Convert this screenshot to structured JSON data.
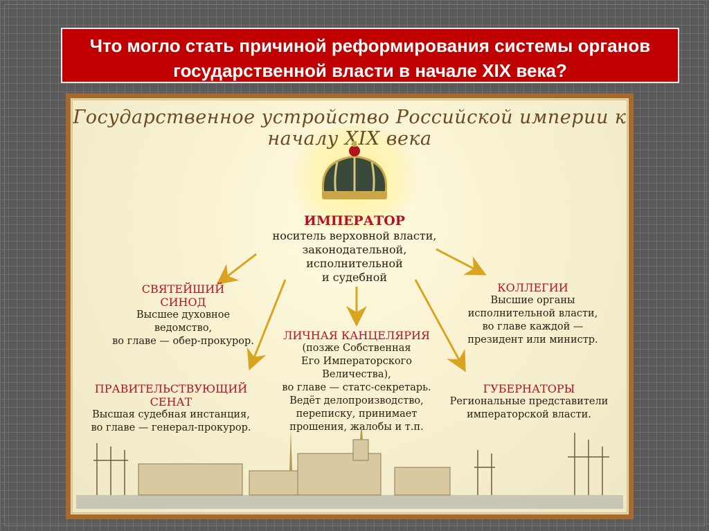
{
  "slide": {
    "question": "Что могло стать причиной реформирования системы органов государственной власти в начале XIX века?"
  },
  "poster": {
    "title": "Государственное устройство Российской империи к началу XIX века",
    "emperor": {
      "head": "ИМПЕРАТОР",
      "lines": [
        "носитель верховной власти,",
        "законодательной,",
        "исполнительной",
        "и судебной"
      ]
    },
    "synod": {
      "head": [
        "СВЯТЕЙШИЙ",
        "СИНОД"
      ],
      "lines": [
        "Высшее духовное",
        "ведомство,",
        "во главе — обер-прокурор."
      ]
    },
    "collegia": {
      "head": "КОЛЛЕГИИ",
      "lines": [
        "Высшие органы",
        "исполнительной власти,",
        "во главе каждой —",
        "президент или министр."
      ]
    },
    "chancellery": {
      "head": "ЛИЧНАЯ КАНЦЕЛЯРИЯ",
      "lines": [
        "(позже Собственная",
        "Его Императорского",
        "Величества),",
        "во главе — статс-секретарь.",
        "Ведёт делопроизводство,",
        "переписку, принимает",
        "прошения, жалобы и т.п."
      ]
    },
    "senate": {
      "head": [
        "ПРАВИТЕЛЬСТВУЮЩИЙ",
        "СЕНАТ"
      ],
      "lines": [
        "Высшая судебная инстанция,",
        "во главе — генерал-прокурор."
      ]
    },
    "governors": {
      "head": "ГУБЕРНАТОРЫ",
      "lines": [
        "Региональные представители",
        "императорской власти."
      ]
    }
  },
  "colors": {
    "title_bg": "#c00000",
    "head": "#b5122a",
    "arrow": "#d9a520",
    "frame": "#a86a2c"
  }
}
